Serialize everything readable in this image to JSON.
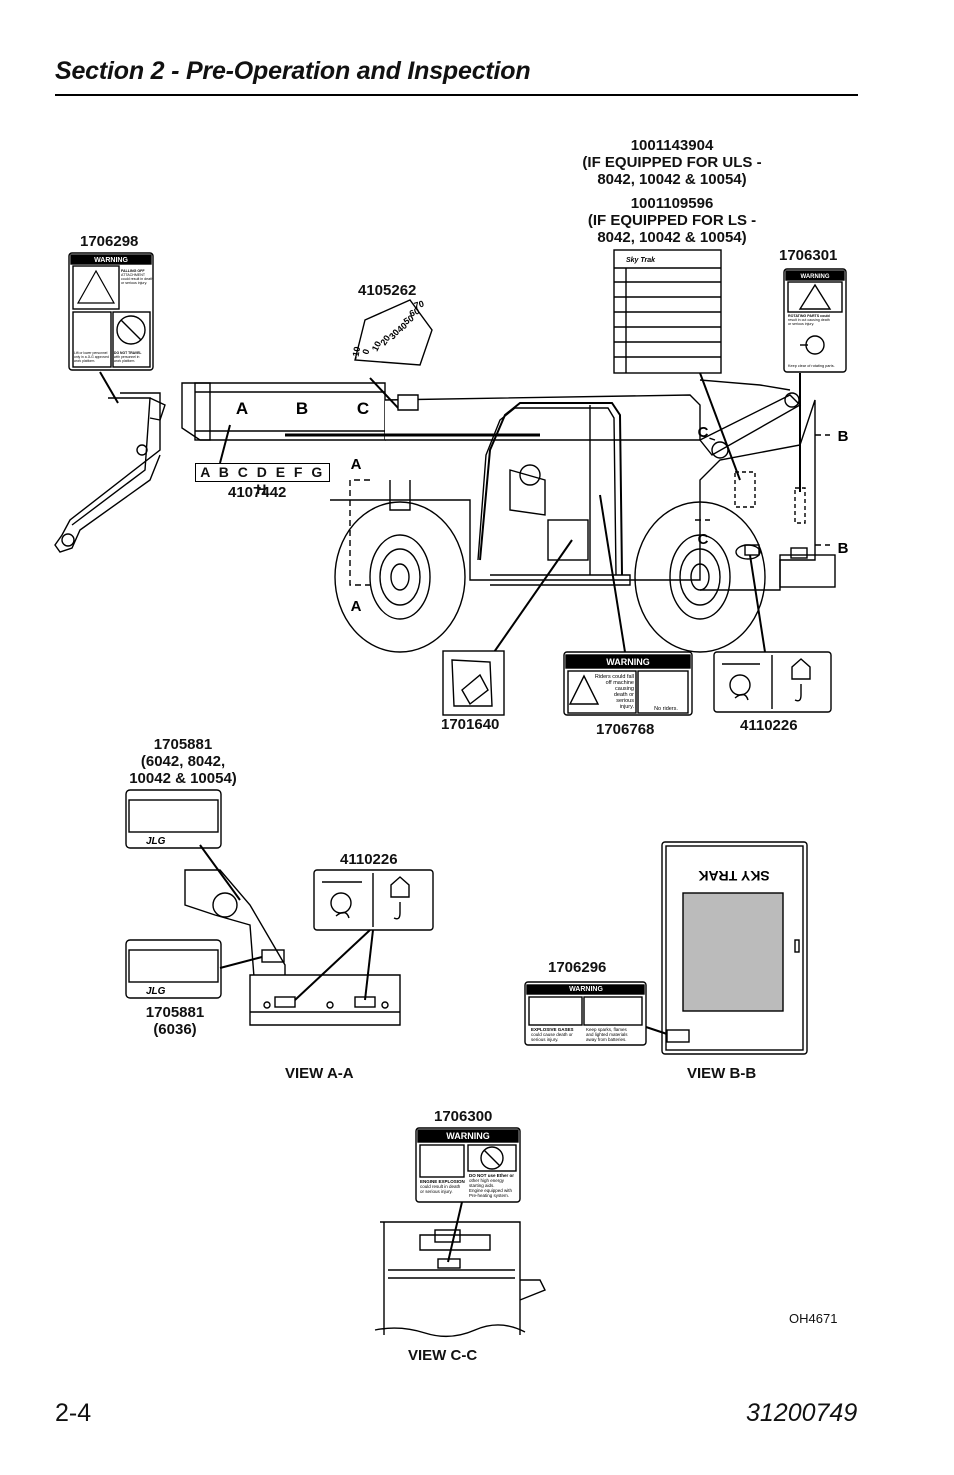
{
  "header": {
    "title": "Section 2 - Pre-Operation and Inspection"
  },
  "decals": {
    "d1001143904": {
      "part": "1001143904",
      "note": "(IF EQUIPPED FOR ULS -",
      "models": "8042, 10042 & 10054)"
    },
    "d1001109596": {
      "part": "1001109596",
      "note": "(IF EQUIPPED FOR LS -",
      "models": "8042, 10042 & 10054)"
    },
    "d1706298": "1706298",
    "d4105262": "4105262",
    "d1706301": "1706301",
    "d4107442": "4107442",
    "d1701640": "1701640",
    "d1706768": "1706768",
    "d4110226_top": "4110226",
    "d1705881_a": {
      "part": "1705881",
      "models1": "(6042, 8042,",
      "models2": "10042 & 10054)"
    },
    "d4110226_view": "4110226",
    "d1705881_b": {
      "part": "1705881",
      "models": "(6036)"
    },
    "d1706296": "1706296",
    "d1706300": "1706300"
  },
  "boom_letters": "A B C D E F G H",
  "boom_marks": [
    "A",
    "B",
    "C"
  ],
  "section_marks": {
    "a": "A",
    "b": "B",
    "c": "C"
  },
  "warning_word": "WARNING",
  "decal_text": {
    "w1706768_msg": [
      "Riders could fall",
      "off machine",
      "causing",
      "death or",
      "serious",
      "injury."
    ],
    "w1706768_no": "No riders.",
    "w1706296_left": [
      "EXPLOSIVE GASES",
      "could cause death or",
      "serious injury."
    ],
    "w1706296_right": [
      "Keep sparks, flames",
      "and lighted materials",
      "away from batteries."
    ],
    "w1706300_left": [
      "ENGINE EXPLOSION",
      "could result in death",
      "or serious injury."
    ],
    "w1706300_right": [
      "DO NOT use Ether or",
      "other high energy",
      "starting aids.",
      "Engine equipped with",
      "Pre-heating system."
    ],
    "w1706301_msg": [
      "ROTATING PARTS could",
      "result in cut causing death",
      "or serious injury."
    ],
    "w1706301_keep": "Keep clear of rotating parts.",
    "w1706298_msg": [
      "FALLING OFF",
      "ATTACHMENT",
      "could result in death",
      "or serious injury."
    ],
    "w1706298_left": [
      "Lift or lower personnel",
      "only in a JLG approved",
      "work platform."
    ],
    "w1706298_right": [
      "DO NOT TRAVEL",
      "with personnel in",
      "work platform."
    ],
    "brand": "Sky Trak",
    "grille": "SKY TRAK",
    "jlg": "JLG"
  },
  "angle_scale": [
    "-10",
    "0",
    "10",
    "20",
    "30",
    "40",
    "50",
    "60",
    "70"
  ],
  "views": {
    "aa": "VIEW A-A",
    "bb": "VIEW B-B",
    "cc": "VIEW C-C"
  },
  "figure_code": "OH4671",
  "footer": {
    "page": "2-4",
    "doc": "31200749"
  }
}
